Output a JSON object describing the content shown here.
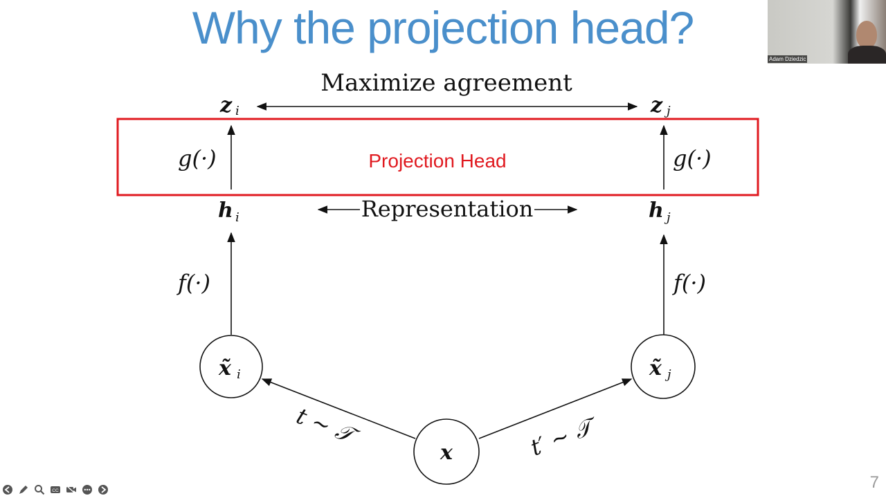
{
  "slide": {
    "title": "Why the projection head?",
    "page_number": "7"
  },
  "diagram": {
    "top_label": "Maximize agreement",
    "box_label": "Projection Head",
    "representation_label": "Representation",
    "z_i": "z",
    "z_i_sub": "i",
    "z_j": "z",
    "z_j_sub": "j",
    "h_i": "h",
    "h_i_sub": "i",
    "h_j": "h",
    "h_j_sub": "j",
    "g_left": "g(·)",
    "g_right": "g(·)",
    "f_left": "f(·)",
    "f_right": "f(·)",
    "xt_i": "x̃",
    "xt_i_sub": "i",
    "xt_j": "x̃",
    "xt_j_sub": "j",
    "x": "x",
    "t_left": "t ∼ 𝒯",
    "t_right": "t′ ∼ 𝒯",
    "colors": {
      "box": "#e0191f",
      "title": "#4a8fcb"
    }
  },
  "webcam": {
    "name": "Adam Dziedzic"
  },
  "toolbar": {
    "icons": [
      "prev-slide-icon",
      "pen-icon",
      "zoom-icon",
      "captions-icon",
      "video-off-icon",
      "more-icon",
      "next-slide-icon"
    ]
  }
}
